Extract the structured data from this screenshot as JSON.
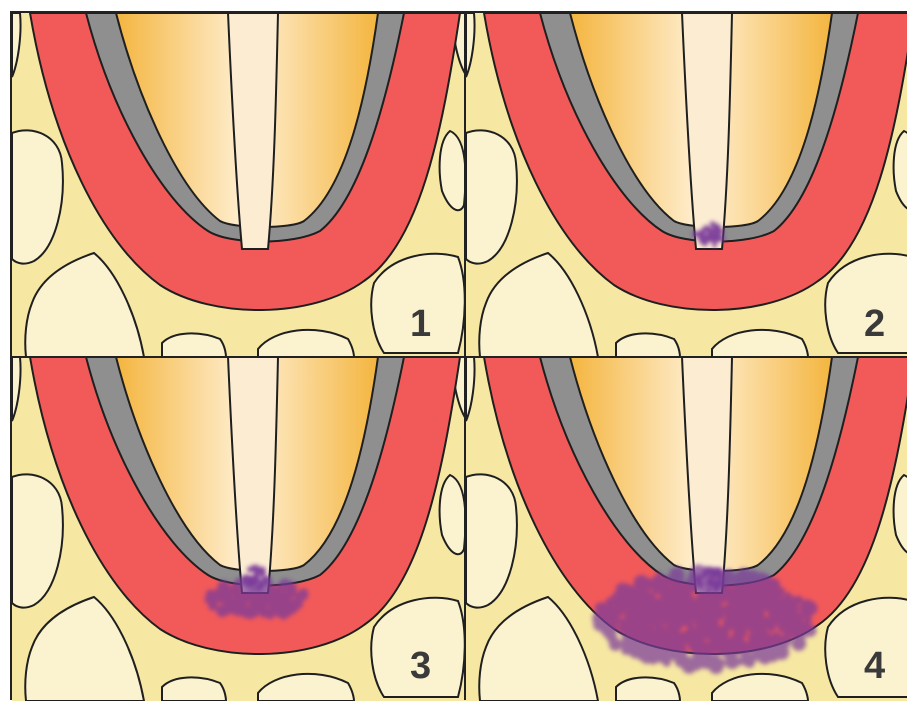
{
  "figure": {
    "panels": [
      {
        "label": "1",
        "infection": "none"
      },
      {
        "label": "2",
        "infection": "apex"
      },
      {
        "label": "3",
        "infection": "small-lesion"
      },
      {
        "label": "4",
        "infection": "large-lesion"
      }
    ],
    "colors": {
      "bone_background": "#f6e7a3",
      "bone_nodules": "#fbf3d0",
      "periodontal_tissue": "#f25a5a",
      "cementum": "#8f8f8f",
      "dentin_light": "#fff0d4",
      "dentin_dark": "#f4b53f",
      "pulp_canal": "#fbecd2",
      "infection": "#7a3a9a",
      "outline": "#1f1f1f"
    }
  }
}
